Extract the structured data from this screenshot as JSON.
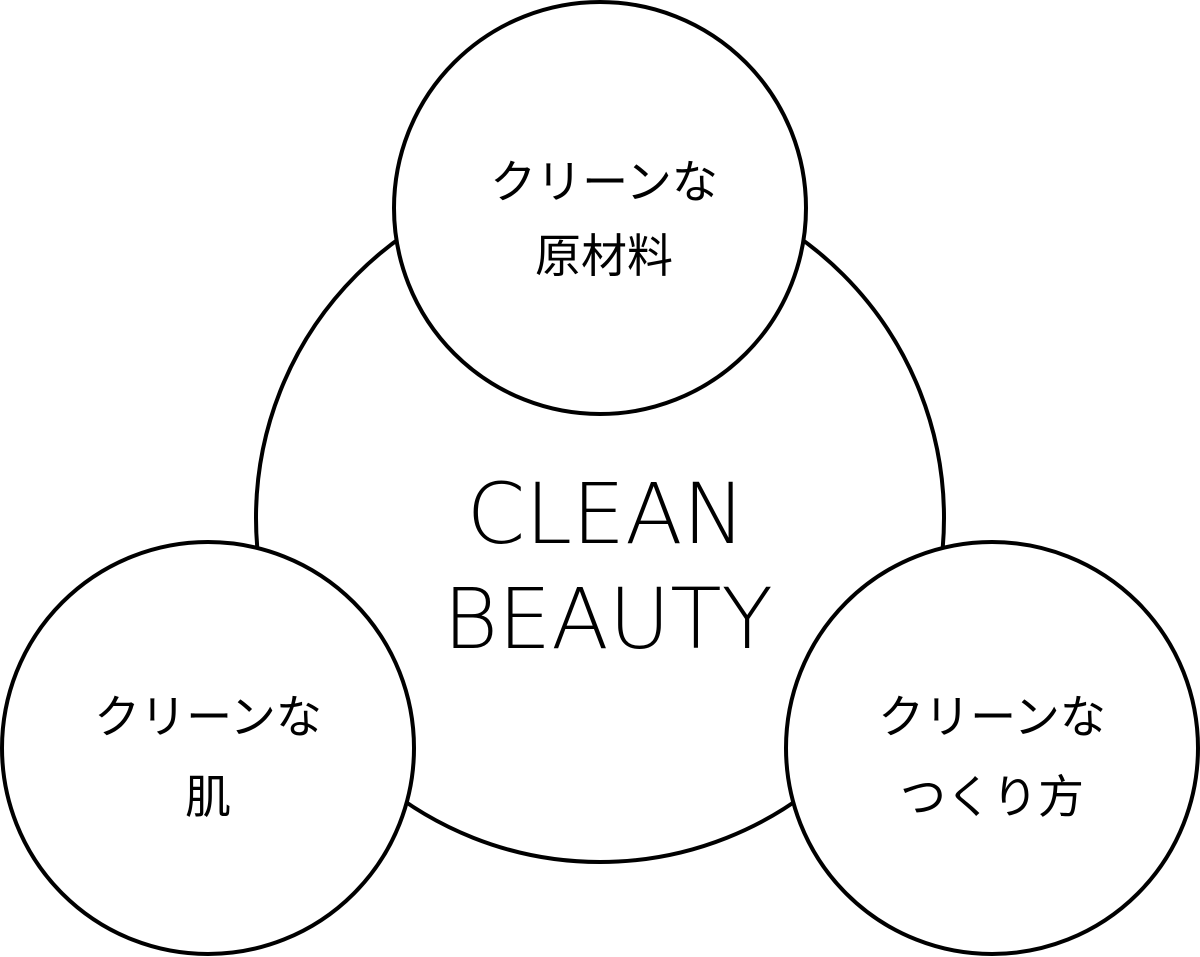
{
  "colors": {
    "stroke": "#000000",
    "fill": "#ffffff",
    "text": "#000000"
  },
  "center": {
    "line1": "CLEAN",
    "line2": "BEAUTY"
  },
  "nodes": {
    "top": {
      "line1": "クリーンな",
      "line2": "原材料"
    },
    "left": {
      "line1": "クリーンな",
      "line2": "肌"
    },
    "right": {
      "line1": "クリーンな",
      "line2": "つくり方"
    }
  }
}
